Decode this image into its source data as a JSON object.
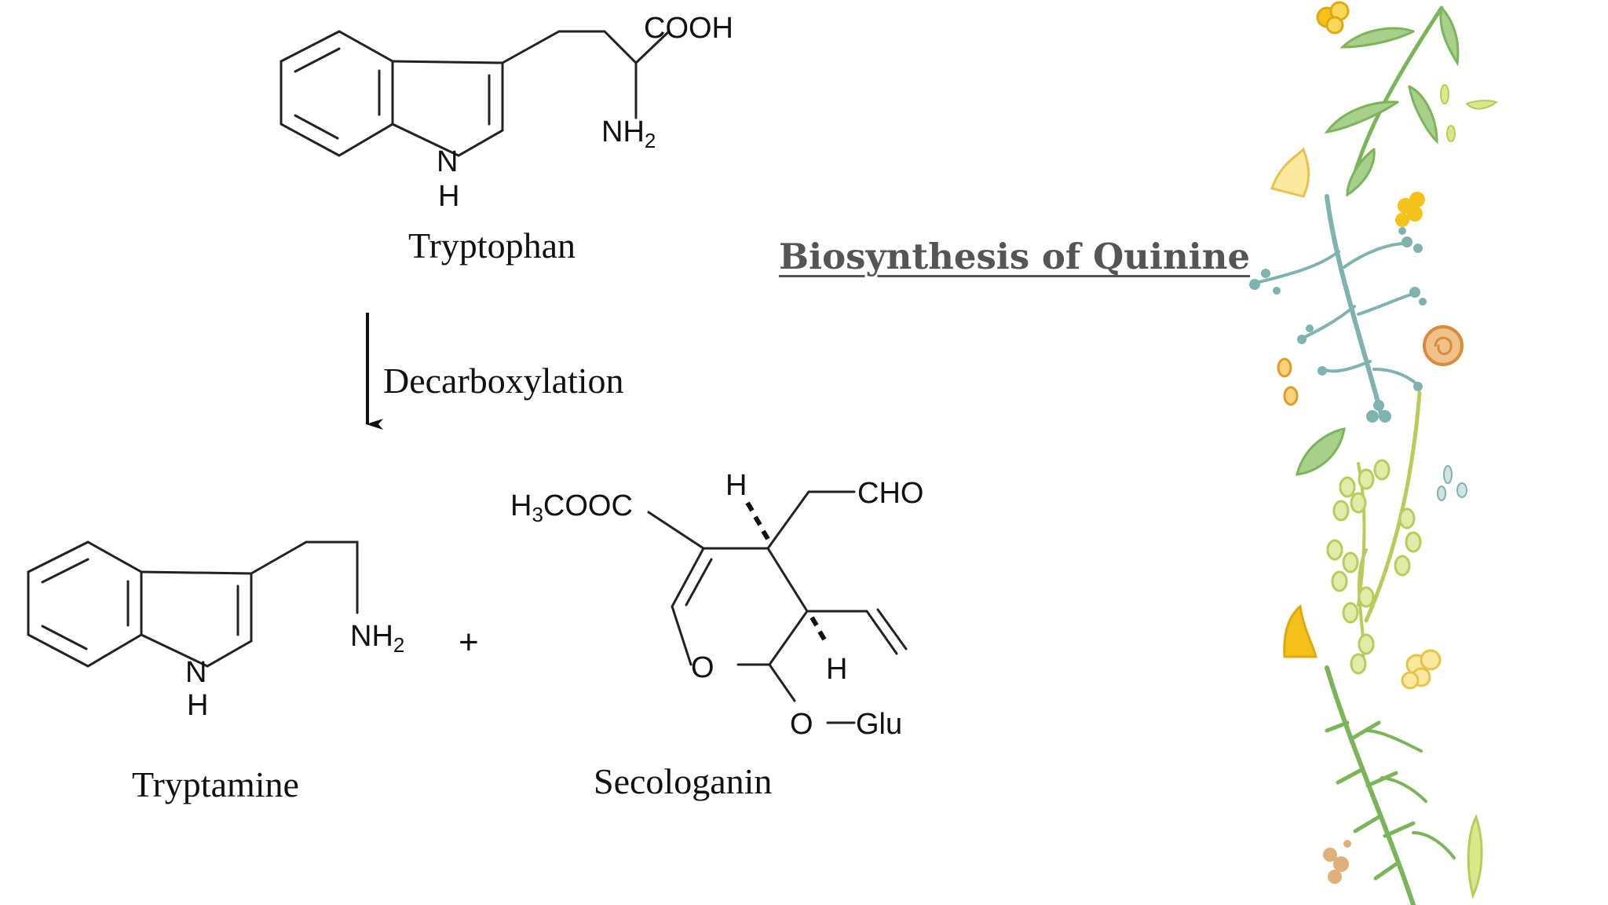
{
  "title": "Biosynthesis of Quinine",
  "tryptophan": {
    "name": "Tryptophan",
    "cooh": "COOH",
    "nh2": "NH",
    "nh2_sub": "2",
    "n": "N",
    "h": "H"
  },
  "reaction": {
    "label": "Decarboxylation"
  },
  "tryptamine": {
    "name": "Tryptamine",
    "nh2": "NH",
    "nh2_sub": "2",
    "n": "N",
    "h": "H"
  },
  "plus": "+",
  "secologanin": {
    "name": "Secologanin",
    "ester_h": "H",
    "ester_sub": "3",
    "ester_rest": "COOC",
    "h_top": "H",
    "cho": "CHO",
    "o_ring": "O",
    "h_bottom": "H",
    "o_glu": "O",
    "glu": "Glu"
  },
  "colors": {
    "title": "#555555",
    "ink": "#111111",
    "leaf_green": "#7bb55a",
    "teal": "#7fb3b0",
    "yellow": "#f5c21b",
    "lime": "#b8cc5a",
    "orange": "#e09a4a"
  }
}
